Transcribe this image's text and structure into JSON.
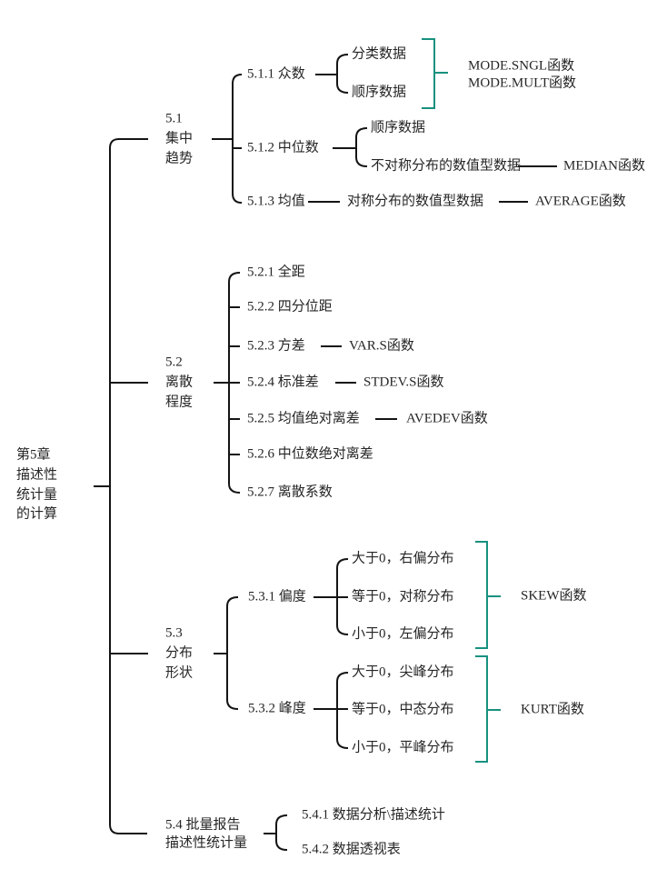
{
  "colors": {
    "background": "#ffffff",
    "line": "#141414",
    "text": "#262626",
    "accent_teal": "#17917f"
  },
  "root": {
    "lines": [
      "第5章",
      "描述性",
      "统计量",
      "的计算"
    ]
  },
  "b51": {
    "label": [
      "5.1",
      "集中",
      "趋势"
    ],
    "mode": {
      "label": "5.1.1 众数",
      "children": [
        "分类数据",
        "顺序数据"
      ],
      "functions": [
        "MODE.SNGL函数",
        "MODE.MULT函数"
      ]
    },
    "median": {
      "label": "5.1.2 中位数",
      "children": [
        "顺序数据",
        "不对称分布的数值型数据"
      ],
      "function": "MEDIAN函数"
    },
    "mean": {
      "label": "5.1.3 均值",
      "child": "对称分布的数值型数据",
      "function": "AVERAGE函数"
    }
  },
  "b52": {
    "label": [
      "5.2",
      "离散",
      "程度"
    ],
    "items": [
      {
        "label": "5.2.1 全距",
        "function": ""
      },
      {
        "label": "5.2.2 四分位距",
        "function": ""
      },
      {
        "label": "5.2.3 方差",
        "function": "VAR.S函数"
      },
      {
        "label": "5.2.4 标准差",
        "function": "STDEV.S函数"
      },
      {
        "label": "5.2.5 均值绝对离差",
        "function": "AVEDEV函数"
      },
      {
        "label": "5.2.6 中位数绝对离差",
        "function": ""
      },
      {
        "label": "5.2.7 离散系数",
        "function": ""
      }
    ]
  },
  "b53": {
    "label": [
      "5.3",
      "分布",
      "形状"
    ],
    "skew": {
      "label": "5.3.1 偏度",
      "cases": [
        "大于0，右偏分布",
        "等于0，对称分布",
        "小于0，左偏分布"
      ],
      "function": "SKEW函数"
    },
    "kurt": {
      "label": "5.3.2 峰度",
      "cases": [
        "大于0，尖峰分布",
        "等于0，中态分布",
        "小于0，平峰分布"
      ],
      "function": "KURT函数"
    }
  },
  "b54": {
    "label": [
      "5.4 批量报告",
      "描述性统计量"
    ],
    "items": [
      {
        "label": "5.4.1 数据分析\\描述统计"
      },
      {
        "label": "5.4.2 数据透视表"
      }
    ]
  }
}
